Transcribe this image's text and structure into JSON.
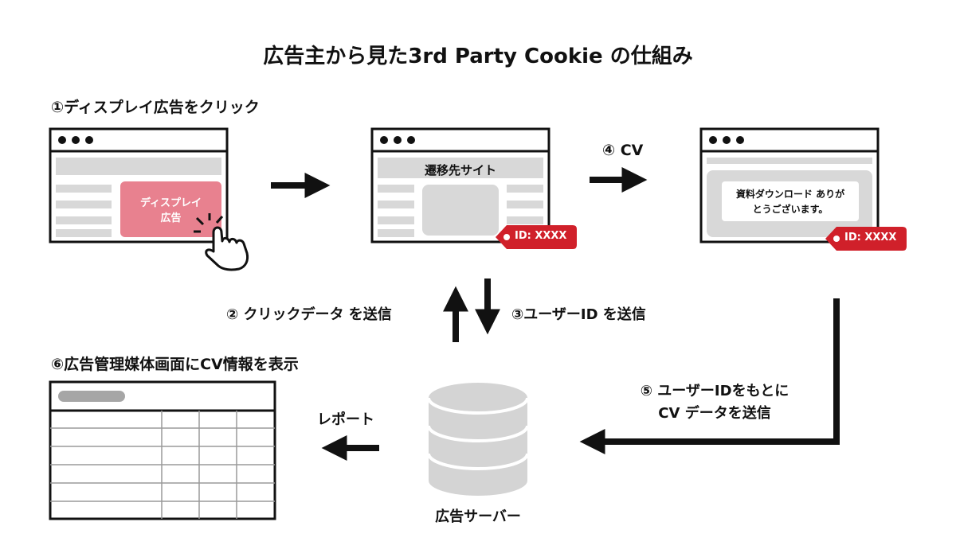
{
  "title": "広告主から見た3rd Party Cookie の仕組み",
  "steps": {
    "step1": "①ディスプレイ広告をクリック",
    "step2": "② クリックデータ を送信",
    "step3": "③ユーザーID を送信",
    "step4": "④ CV",
    "step5_line1": "⑤ ユーザーIDをもとに",
    "step5_line2": "CV データを送信",
    "step6": "⑥広告管理媒体画面にCV情報を表示",
    "report": "レポート"
  },
  "windows": {
    "ad_window": {
      "ad_line1": "ディスプレイ",
      "ad_line2": "広告"
    },
    "landing_window": {
      "site_label": "遷移先サイト",
      "id_tag": "ID: XXXX"
    },
    "thanks_window": {
      "message_line1": "資料ダウンロード ありが",
      "message_line2": "とうございます。",
      "id_tag": "ID: XXXX"
    }
  },
  "server": {
    "label": "広告サーバー"
  },
  "colors": {
    "ad_pink": "#e8818f",
    "tag_red": "#d0202a",
    "gray_block": "#d8d8d8",
    "border": "#111111"
  }
}
